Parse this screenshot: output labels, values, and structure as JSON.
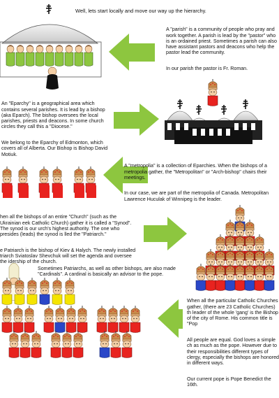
{
  "intro": "Well, lets start locally and move our way up the hierarchy.",
  "parish": {
    "p1": "A \"parish\" is a community of people who pray and work together.  A parish is lead by the \"pastor\" who is an ordained priest.  Sometimes a parish can also have assistant pastors and deacons who help the pastor lead the community.",
    "p2": "In our parish the pastor is Fr. Roman."
  },
  "eparchy": {
    "p1": "An \"Eparchy\" is a geographical area which contains several parishes.  It is lead by a bishop (aka Eparch).  The bishop oversees the local parishes, priests and deacons.  In some church circles they call this a \"Diocese.\"",
    "p2": "We belong to the Eparchy of Edmonton, which covers all of Alberta.  Our Bishop is Bishop David Motiuk."
  },
  "metropolia": {
    "p1": "A \"metropolia\" is a collection of Eparchies.  When the bishops of a metropolia gather, the \"Metropolitan\" or \"Arch-bishop\" chairs their meetings.",
    "p2": "In our case, we are part of the metropolia of Canada.  Metropolitan Lawrence Huculak of Winnipeg is the leader."
  },
  "synod": {
    "p1": "hen all the bishops of an entire \"Church\" (such as the Ukrainian eek Catholic Church) gather it is called a \"Synod\".  The synod is our urch's highest authority.  The one who presides (leads) the synod is lled the \"Patriarch.\"",
    "p2": "e Patriarch is the bishop of Kiev & Halych.  The newly installed triarch Sviatoslav Shevchuk will set the agenda and oversee the idership of the church."
  },
  "cardinals": "Sometimes Patriarchs, as well as other bishops, are also made \"Cardinals\".  A cardinal is basically an advisor to the pope.",
  "pope": {
    "p1": "When all the particular Catholic Churches gather, (there are 23 Catholic Churches) th leader of the whole 'gang' is the Bishop of the city of Rome.  His common title is \"Pop",
    "p2": "All people are equal. God loves a simple ch as much as the pope.  However due to their responsibilities different types of clergy, especially the bishops are honored in different ways.",
    "p3": "Our current pope is Pope Benedict the 16th."
  },
  "colors": {
    "arrow": "#8dc63f",
    "person_green": "#8dc63f",
    "person_red": "#e8231f",
    "person_blue": "#2a47c8",
    "person_yellow": "#f5e400",
    "mitre": "#c98a4a",
    "dome": "#dcdcdc"
  }
}
